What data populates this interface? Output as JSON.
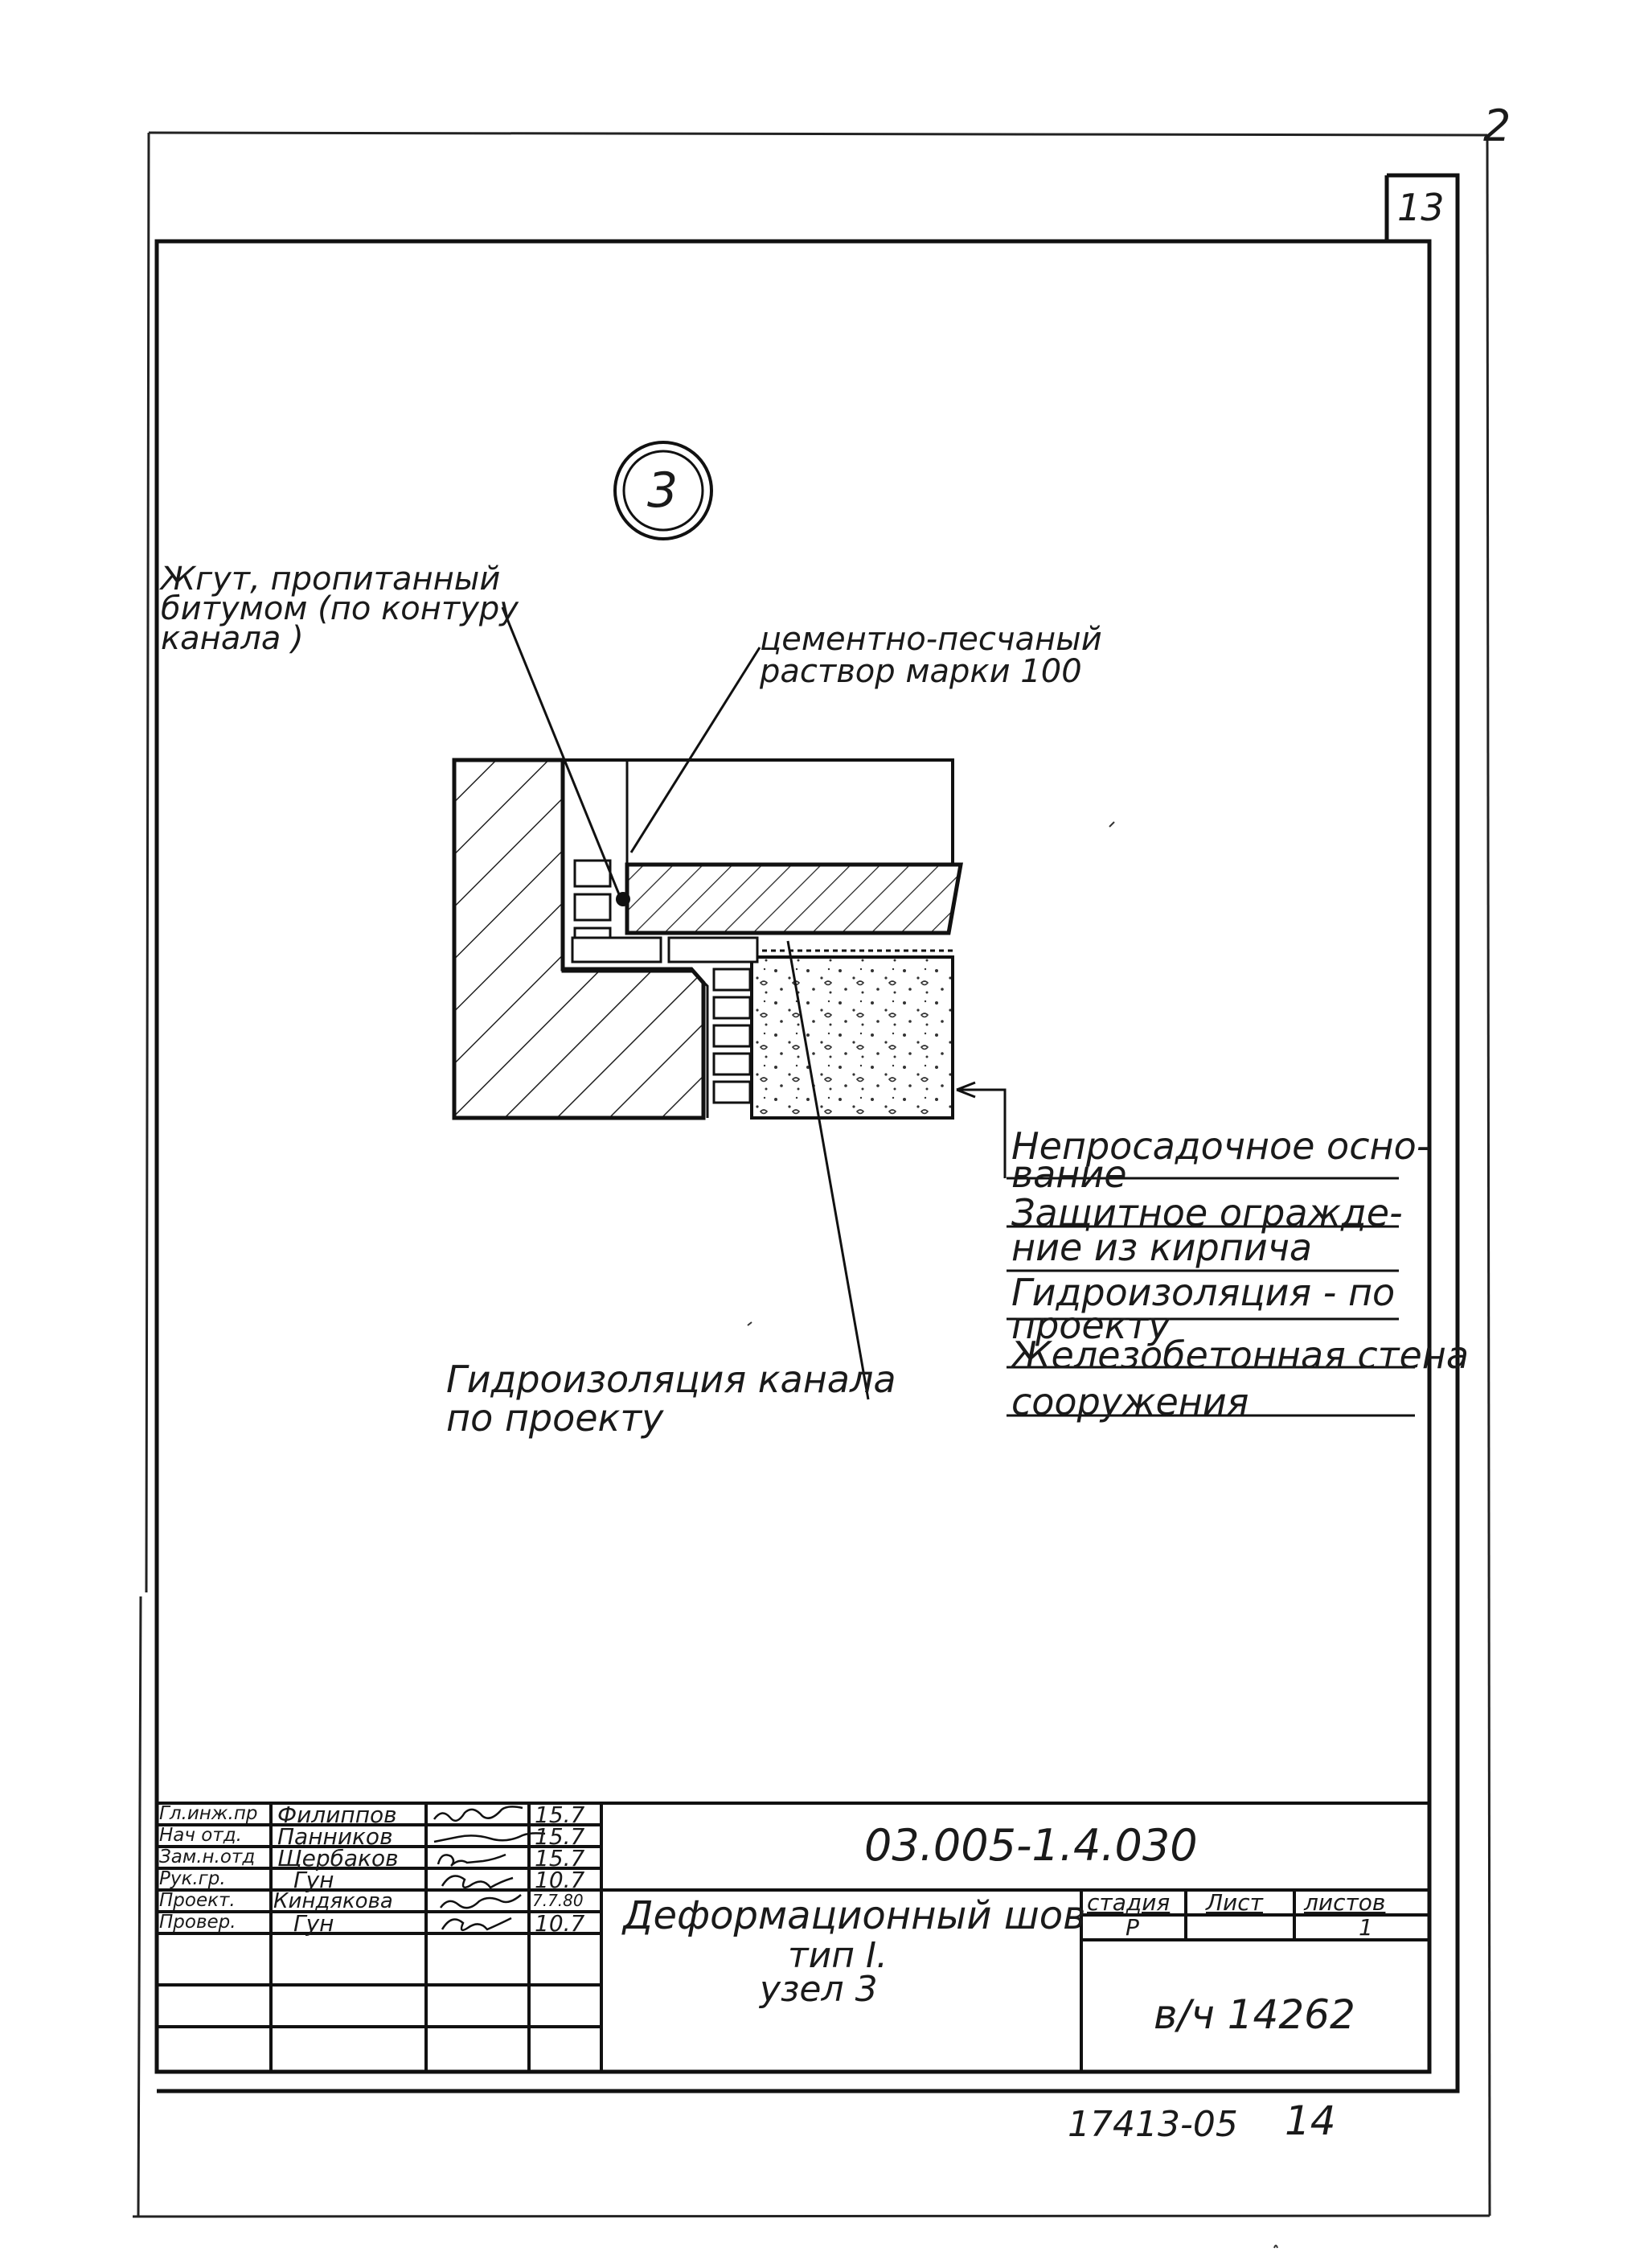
{
  "sheet_number": "13",
  "corner_mark": "2",
  "node_marker": "3",
  "callouts": {
    "harness": [
      "Жгут, пропитанный",
      "битумом (по контуру",
      "канала )"
    ],
    "mortar": [
      "цементно-песчаный",
      "раствор марки 100"
    ],
    "channel_waterproofing": [
      "Гидроизоляция канала",
      "по проекту"
    ]
  },
  "layers_legend": [
    [
      "Непросадочное осно-",
      "вание"
    ],
    [
      "Защитное огражде-",
      "ние из кирпича"
    ],
    [
      "Гидроизоляция - по",
      "проекту"
    ],
    [
      "Железобетонная стена",
      "сооружения"
    ]
  ],
  "title_block": {
    "rows": [
      {
        "role": "Гл.инж.пр",
        "name": "Филиппов",
        "date": "15.7"
      },
      {
        "role": "Нач отд.",
        "name": "Панников",
        "date": "15.7"
      },
      {
        "role": "Зам.н.отд",
        "name": "Щербаков",
        "date": "15.7"
      },
      {
        "role": "Рук.гр.",
        "name": "Гун",
        "date": "10.7"
      },
      {
        "role": "Проект.",
        "name": "Киндякова",
        "date": "7.7.80"
      },
      {
        "role": "Провер.",
        "name": "Гун",
        "date": "10.7"
      }
    ],
    "document_code": "03.005-1.4.030",
    "title": [
      "Деформационный шов",
      "тип I.",
      "узел 3"
    ],
    "stage_header": "стадия",
    "sheet_header": "Лист",
    "sheets_header": "листов",
    "stage": "Р",
    "sheets_total": "1",
    "organization": "в/ч 14262"
  },
  "inventory_number": "17413-05",
  "inventory_sheet": "14"
}
